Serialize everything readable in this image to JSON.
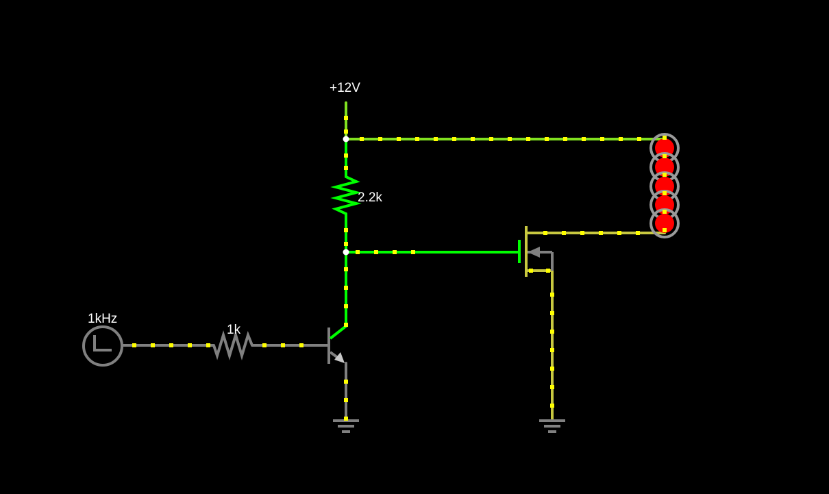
{
  "labels": {
    "supply": "+12V",
    "clock": "1kHz",
    "base_resistor": "1k",
    "pullup_resistor": "2.2k"
  },
  "leds": {
    "count": 5,
    "state": "on"
  },
  "colors": {
    "background": "#000000",
    "high": "#00ff00",
    "mid": "#c8c840",
    "low": "#808080",
    "current_dot": "#ffff00",
    "led_on": "#ff0000",
    "led_ring": "#9a9a9a",
    "label": "#ffffff"
  }
}
